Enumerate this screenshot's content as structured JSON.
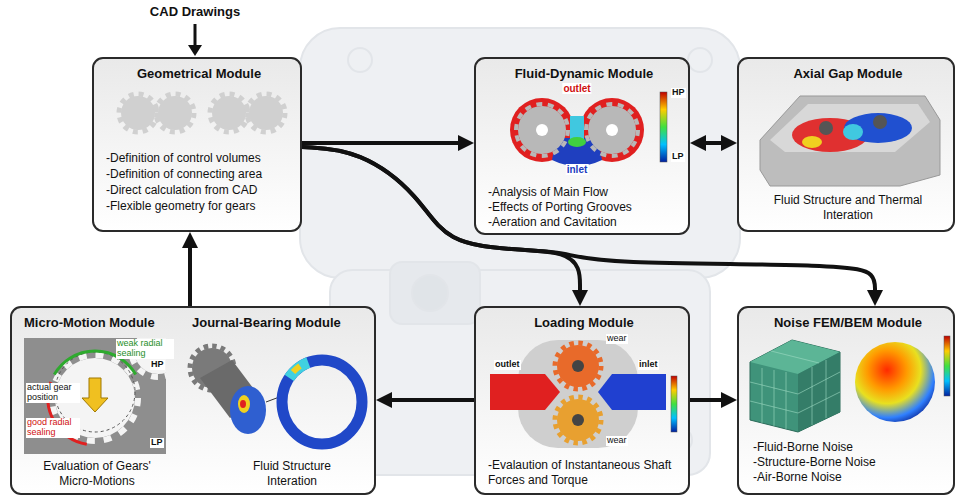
{
  "diagram": {
    "nodes": [
      {
        "text": [
          "Geometrical Module",
          "-Definition of control volumes",
          "-Definition of connecting area",
          "-Direct calculation from CAD",
          "-Flexible geometry for gears"
        ]
      },
      {
        "text": [
          "Fluid-Dynamic Module",
          "-Analysis of Main Flow",
          "-Effects of Porting Grooves",
          "-Aeration and Cavitation"
        ]
      },
      {
        "text": [
          "Axial Gap Module",
          "Fluid Structure and Thermal Interation"
        ]
      },
      {
        "text": [
          "Micro-Motion Module",
          "Journal-Bearing Module",
          "Evaluation of Gears' Micro-Motions",
          "Fluid Structure Interation"
        ]
      },
      {
        "text": [
          "Loading Module",
          "-Evalaution of Instantaneous Shaft Forces and Torque"
        ]
      },
      {
        "text": [
          "Noise FEM/BEM Module",
          "-Fluid-Borne Noise",
          "-Structure-Borne Noise",
          "-Air-Borne Noise"
        ]
      }
    ],
    "edges": [
      {
        "from": 0,
        "to": 1,
        "arrow": "to"
      },
      {
        "from": 0,
        "to": 4,
        "arrow": "to"
      },
      {
        "from": 0,
        "to": 5,
        "arrow": "to"
      },
      {
        "from": 1,
        "to": 2,
        "arrow": "both"
      },
      {
        "from": 4,
        "to": 3,
        "arrow": "to"
      },
      {
        "from": 4,
        "to": 5,
        "arrow": "to"
      },
      {
        "from": 3,
        "to": 0,
        "arrow": "to"
      }
    ],
    "labels": [
      "CAD Drawings",
      "outlet",
      "inlet",
      "HP",
      "LP",
      "weak radial sealing",
      "actual gear position",
      "good radial sealing",
      "HP",
      "LP",
      "outlet",
      "inlet",
      "wear",
      "wear"
    ]
  }
}
